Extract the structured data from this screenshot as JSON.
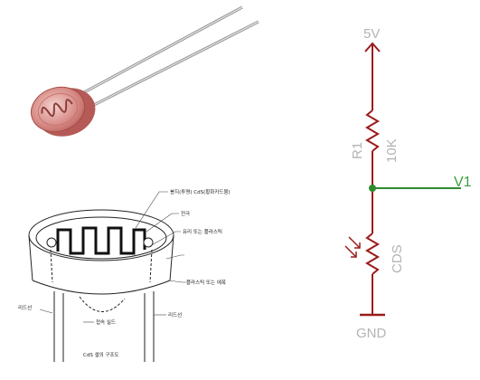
{
  "photo": {
    "icon": "cds-photoresistor-photo"
  },
  "structure": {
    "label_encap": "봉지(투명) CdS(황화카드뮴)",
    "label_electrode": "전극",
    "label_glass": "유리 또는 플라스틱",
    "label_case": "플라스틱 또는 에폭",
    "label_lead_left": "리드선",
    "label_lead_mid": "접속 실드",
    "label_lead_right": "리드선",
    "caption": "CdS 셀의 구조도"
  },
  "schematic": {
    "supply_label": "5V",
    "r1_name": "R1",
    "r1_value": "10K",
    "node_label": "V1",
    "cds_label": "CDS",
    "ground_label": "GND",
    "colors": {
      "wire": "#9b1b1b",
      "node": "#2e8b2e",
      "label": "#b3b3b3"
    }
  }
}
